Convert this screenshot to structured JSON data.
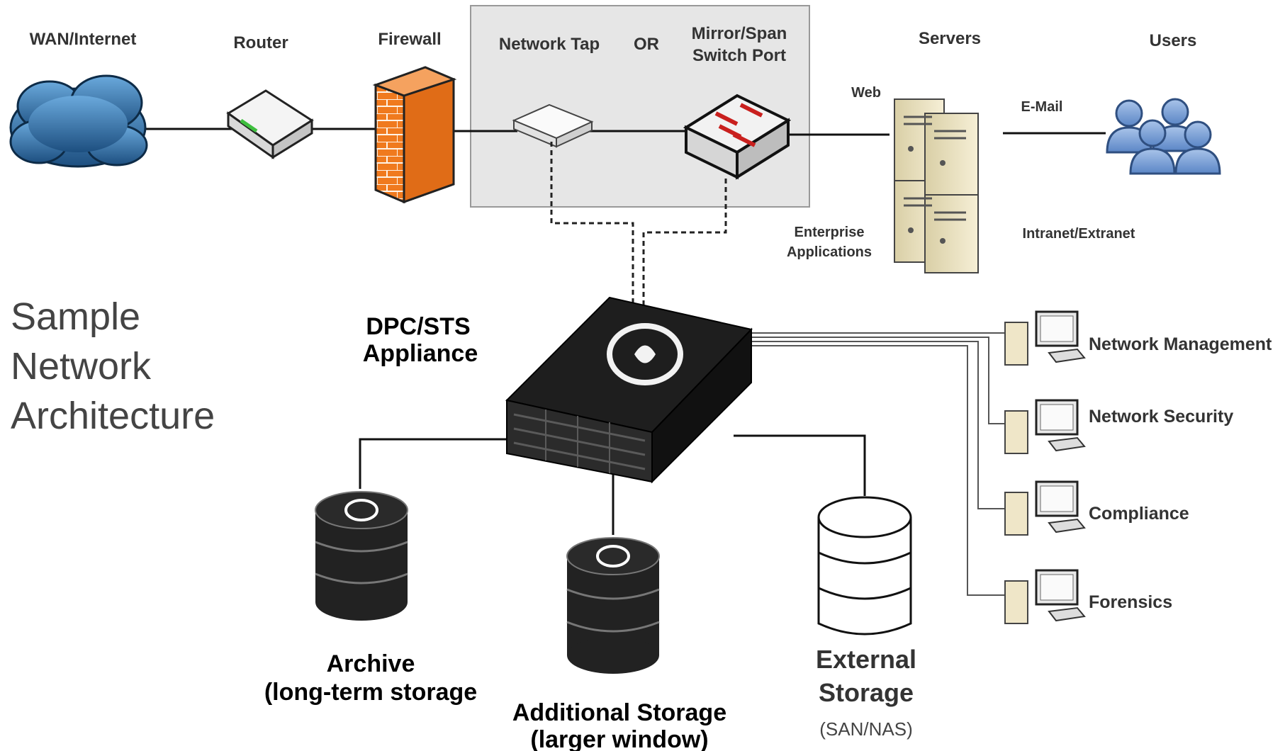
{
  "title": [
    "Sample",
    "Network",
    "Architecture"
  ],
  "top_row": {
    "wan": "WAN/Internet",
    "router": "Router",
    "firewall": "Firewall",
    "tap": "Network Tap",
    "or": "OR",
    "mirror": [
      "Mirror/Span",
      "Switch Port"
    ],
    "servers": "Servers",
    "users": "Users"
  },
  "server_labels": {
    "web": "Web",
    "email": "E-Mail",
    "enterprise": [
      "Enterprise",
      "Applications"
    ],
    "intranet": "Intranet/Extranet"
  },
  "appliance": [
    "DPC/STS",
    "Appliance"
  ],
  "workstations": [
    "Network Management",
    "Network Security",
    "Compliance",
    "Forensics"
  ],
  "storage": {
    "archive": [
      "Archive",
      "(long-term storage"
    ],
    "additional": [
      "Additional Storage",
      "(larger window)"
    ],
    "external": [
      "External",
      "Storage"
    ],
    "external_sub": "(SAN/NAS)"
  },
  "colors": {
    "cloud": "#3d7fb8",
    "firewall": "#f07a1e",
    "users": "#7fa3d6",
    "appliance": "#1c1c1c",
    "panel": "#e6e6e6",
    "server": "#efe6c8"
  }
}
